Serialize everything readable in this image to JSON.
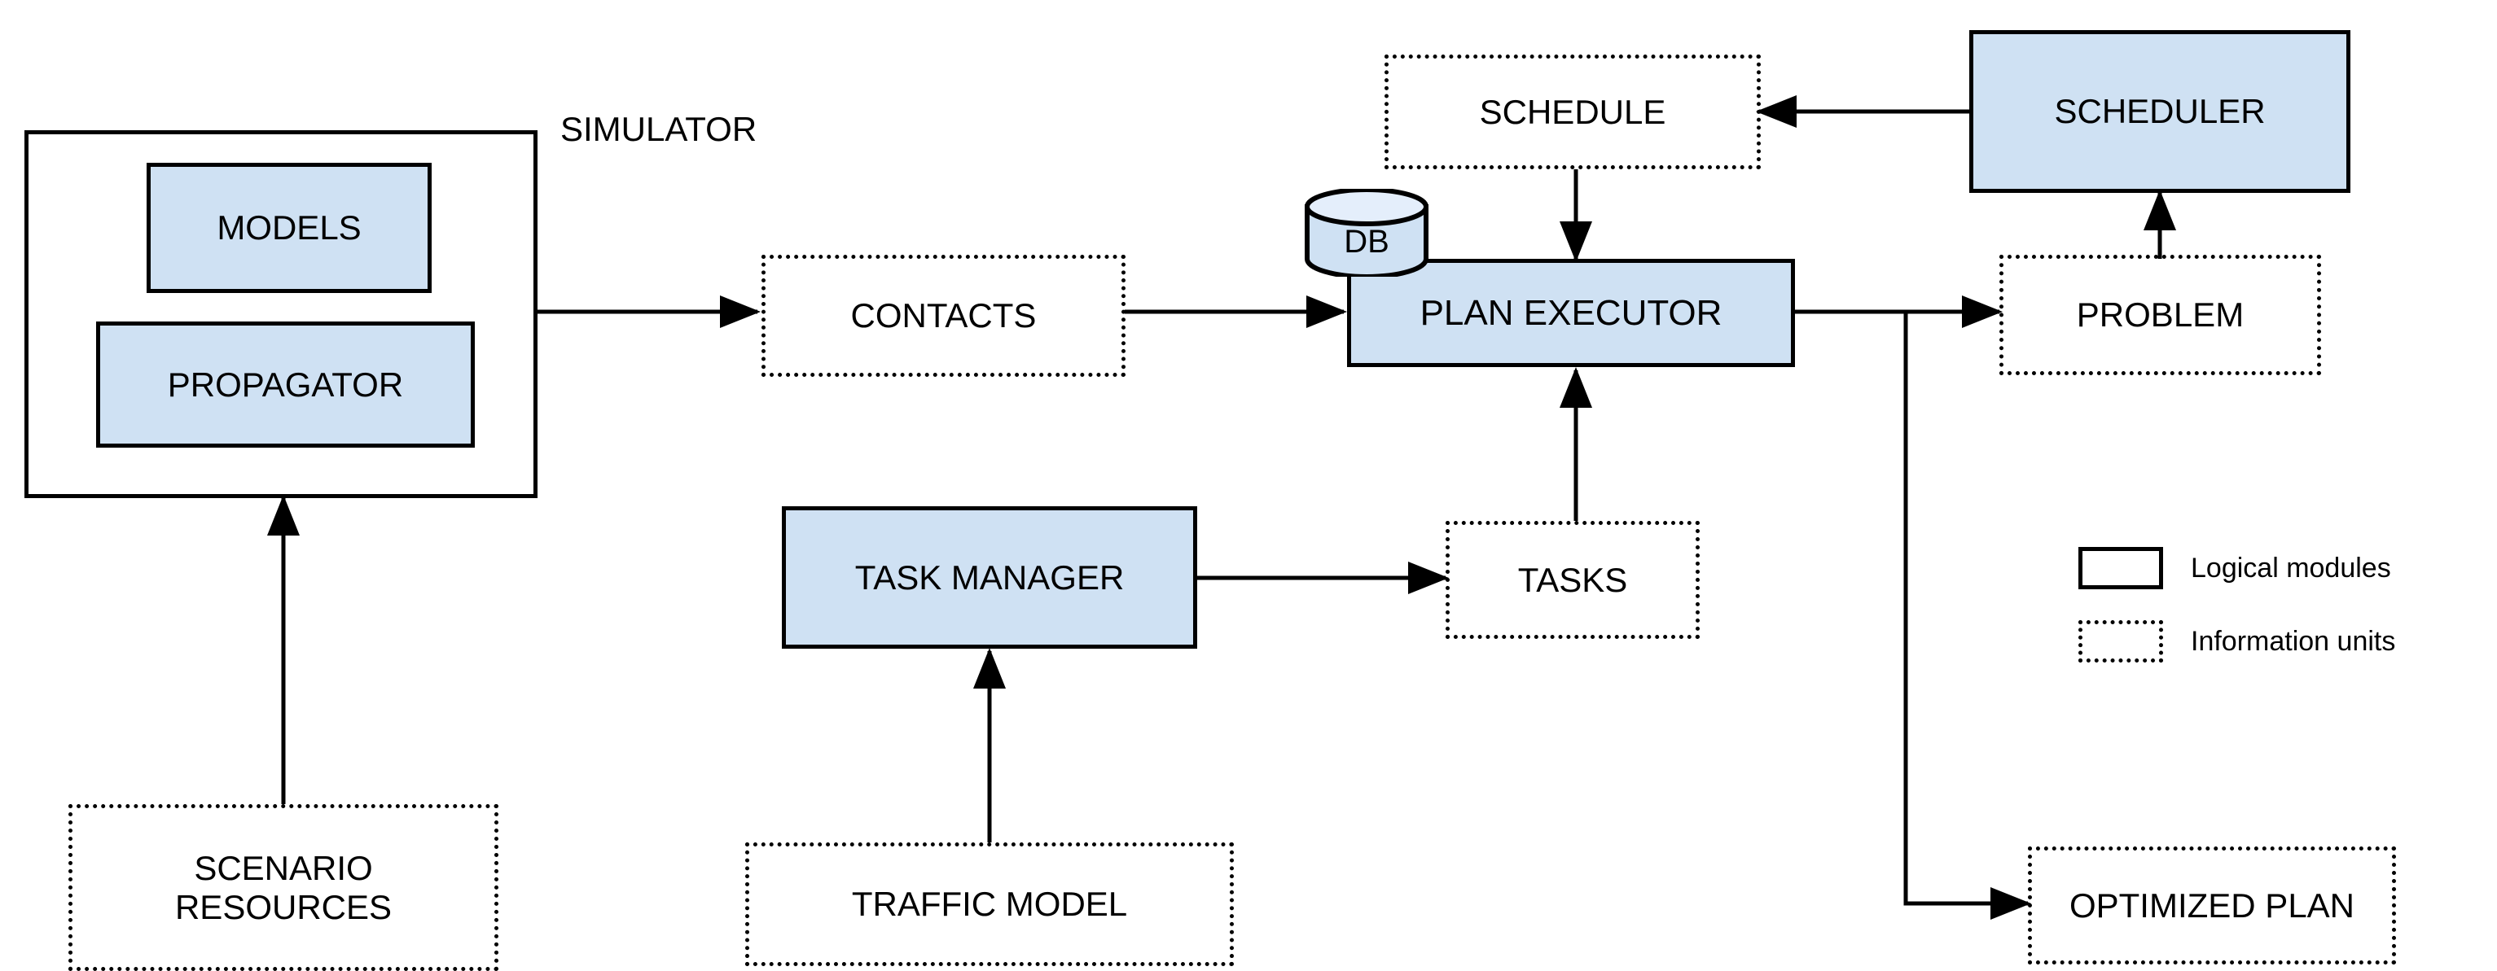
{
  "diagram": {
    "title": "System architecture block diagram",
    "accent_fill": "#cfe1f3",
    "stroke_color": "#000000",
    "background": "#ffffff"
  },
  "labels": {
    "simulator": "SIMULATOR"
  },
  "nodes": {
    "models": {
      "label": "MODELS",
      "kind": "logical-module"
    },
    "propagator": {
      "label": "PROPAGATOR",
      "kind": "logical-module"
    },
    "scenario_resources": {
      "label": "SCENARIO\nRESOURCES",
      "kind": "information-unit"
    },
    "contacts": {
      "label": "CONTACTS",
      "kind": "information-unit"
    },
    "db": {
      "label": "DB",
      "kind": "datastore"
    },
    "plan_executor": {
      "label": "PLAN EXECUTOR",
      "kind": "logical-module"
    },
    "schedule": {
      "label": "SCHEDULE",
      "kind": "information-unit"
    },
    "scheduler": {
      "label": "SCHEDULER",
      "kind": "logical-module"
    },
    "problem": {
      "label": "PROBLEM",
      "kind": "information-unit"
    },
    "optimized_plan": {
      "label": "OPTIMIZED PLAN",
      "kind": "information-unit"
    },
    "task_manager": {
      "label": "TASK MANAGER",
      "kind": "logical-module"
    },
    "tasks": {
      "label": "TASKS",
      "kind": "information-unit"
    },
    "traffic_model": {
      "label": "TRAFFIC MODEL",
      "kind": "information-unit"
    }
  },
  "legend": {
    "items": [
      {
        "style": "solid",
        "label": "Logical modules"
      },
      {
        "style": "dotted",
        "label": "Information units"
      }
    ]
  },
  "edges": [
    {
      "from": "scenario_resources",
      "to": "simulator",
      "direction": "up"
    },
    {
      "from": "simulator",
      "to": "contacts",
      "direction": "right"
    },
    {
      "from": "contacts",
      "to": "plan_executor",
      "direction": "right"
    },
    {
      "from": "schedule",
      "to": "plan_executor",
      "direction": "down"
    },
    {
      "from": "scheduler",
      "to": "schedule",
      "direction": "left"
    },
    {
      "from": "problem",
      "to": "scheduler",
      "direction": "up"
    },
    {
      "from": "plan_executor",
      "to": "problem",
      "direction": "right"
    },
    {
      "from": "plan_executor",
      "to": "optimized_plan",
      "direction": "right-down"
    },
    {
      "from": "tasks",
      "to": "plan_executor",
      "direction": "up"
    },
    {
      "from": "task_manager",
      "to": "tasks",
      "direction": "right"
    },
    {
      "from": "traffic_model",
      "to": "task_manager",
      "direction": "up"
    }
  ]
}
